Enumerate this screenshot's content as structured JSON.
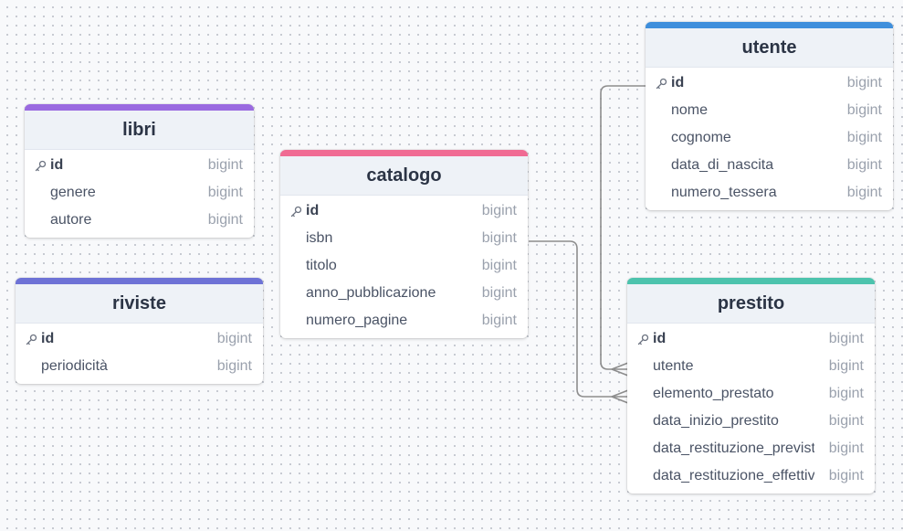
{
  "colors": {
    "libri": "#9a6ae0",
    "riviste": "#6d72d6",
    "catalogo": "#f06b93",
    "utente": "#3f8fdc",
    "prestito": "#4cc3ad",
    "connector": "#8d8d8d"
  },
  "tables": {
    "libri": {
      "name": "libri",
      "fields": [
        {
          "name": "id",
          "type": "bigint",
          "pk": true
        },
        {
          "name": "genere",
          "type": "bigint"
        },
        {
          "name": "autore",
          "type": "bigint"
        }
      ]
    },
    "riviste": {
      "name": "riviste",
      "fields": [
        {
          "name": "id",
          "type": "bigint",
          "pk": true
        },
        {
          "name": "periodicità",
          "type": "bigint"
        }
      ]
    },
    "catalogo": {
      "name": "catalogo",
      "fields": [
        {
          "name": "id",
          "type": "bigint",
          "pk": true
        },
        {
          "name": "isbn",
          "type": "bigint"
        },
        {
          "name": "titolo",
          "type": "bigint"
        },
        {
          "name": "anno_pubblicazione",
          "type": "bigint"
        },
        {
          "name": "numero_pagine",
          "type": "bigint"
        }
      ]
    },
    "utente": {
      "name": "utente",
      "fields": [
        {
          "name": "id",
          "type": "bigint",
          "pk": true
        },
        {
          "name": "nome",
          "type": "bigint"
        },
        {
          "name": "cognome",
          "type": "bigint"
        },
        {
          "name": "data_di_nascita",
          "type": "bigint"
        },
        {
          "name": "numero_tessera",
          "type": "bigint"
        }
      ]
    },
    "prestito": {
      "name": "prestito",
      "fields": [
        {
          "name": "id",
          "type": "bigint",
          "pk": true
        },
        {
          "name": "utente",
          "type": "bigint"
        },
        {
          "name": "elemento_prestato",
          "type": "bigint"
        },
        {
          "name": "data_inizio_prestito",
          "type": "bigint"
        },
        {
          "name": "data_restituzione_prevista",
          "type": "bigint"
        },
        {
          "name": "data_restituzione_effettiva",
          "type": "bigint"
        }
      ]
    }
  },
  "relations": [
    {
      "from": "utente.id",
      "to": "prestito.utente",
      "cardinality": "one-to-many"
    },
    {
      "from": "catalogo.isbn",
      "to": "prestito.elemento_prestato",
      "cardinality": "one-to-many"
    }
  ]
}
